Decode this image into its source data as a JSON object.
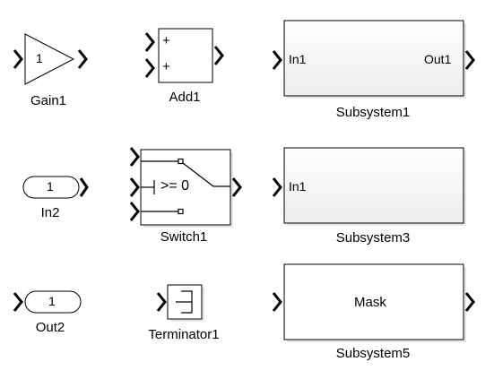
{
  "blocks": {
    "gain1": {
      "label": "Gain1",
      "value": "1"
    },
    "add1": {
      "label": "Add1",
      "signs": [
        "+",
        "+"
      ]
    },
    "subsystem1": {
      "label": "Subsystem1",
      "in_port": "In1",
      "out_port": "Out1"
    },
    "in2": {
      "label": "In2",
      "value": "1"
    },
    "switch1": {
      "label": "Switch1",
      "criteria": ">= 0"
    },
    "subsystem3": {
      "label": "Subsystem3",
      "in_port": "In1"
    },
    "out2": {
      "label": "Out2",
      "value": "1"
    },
    "terminator1": {
      "label": "Terminator1"
    },
    "subsystem5": {
      "label": "Subsystem5",
      "mask_text": "Mask"
    }
  }
}
